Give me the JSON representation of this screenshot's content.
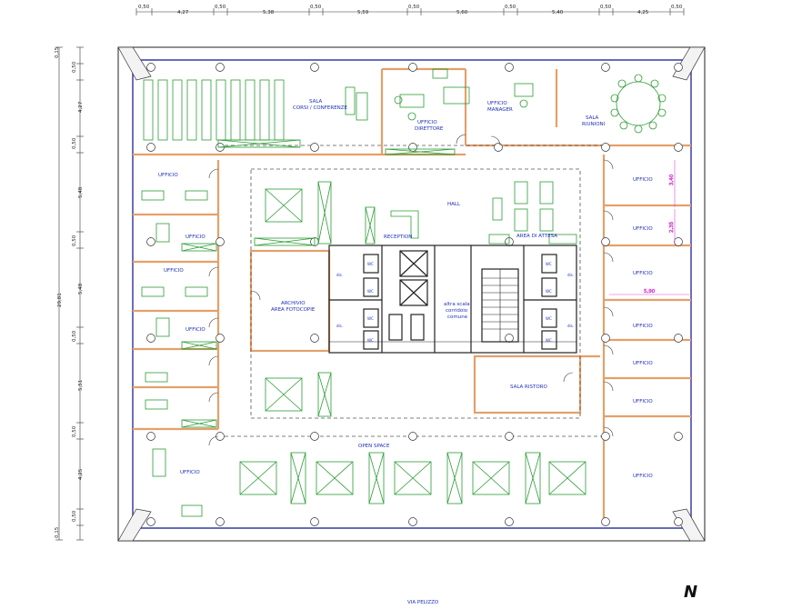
{
  "plan": {
    "top_dimensions": [
      "0,50",
      "4,27",
      "0,50",
      "5,38",
      "0,50",
      "5,59",
      "0,50",
      "5,60",
      "0,50",
      "5,40",
      "0,50",
      "4,25",
      "0,50"
    ],
    "left_dimensions": [
      "0,15",
      "0,50",
      "4,27",
      "0,50",
      "5,48",
      "0,50",
      "5,48",
      "0,50",
      "5,51",
      "0,50",
      "4,25",
      "0,50",
      "0,15"
    ],
    "total_dimension": "29,81",
    "inner_dimensions": [
      "3,40",
      "2,35",
      "5,90"
    ],
    "rooms": {
      "sala_corsi": [
        "SALA",
        "CORSI / CONFERENZE"
      ],
      "ufficio_direttore": [
        "UFFICIO",
        "DIRETTORE"
      ],
      "ufficio_manager": [
        "UFFICIO",
        "MANAGER"
      ],
      "sala_riunioni": [
        "SALA",
        "RIUNIONI"
      ],
      "hall": "HALL",
      "reception": "RECEPTION",
      "area_attesa": "AREA DI ATTESA",
      "archivio": [
        "ARCHIVIO",
        "AREA FOTOCOPIE"
      ],
      "altra_scala": [
        "altra scala",
        "corridoio",
        "comune"
      ],
      "sala_ristoro": "SALA RISTORO",
      "open_space": "OPEN SPACE",
      "ufficio": "UFFICIO",
      "wc": "WC",
      "dis": "dis."
    },
    "street": "VIA PELIZZO",
    "north": "N",
    "colors": {
      "wall": "#e4a06a",
      "partition": "#3a3a3a",
      "furniture": "#2c9c35",
      "text": "#1f2fb5",
      "dimension_pink": "#d44fd4",
      "facade": "#3b5bd6"
    }
  }
}
